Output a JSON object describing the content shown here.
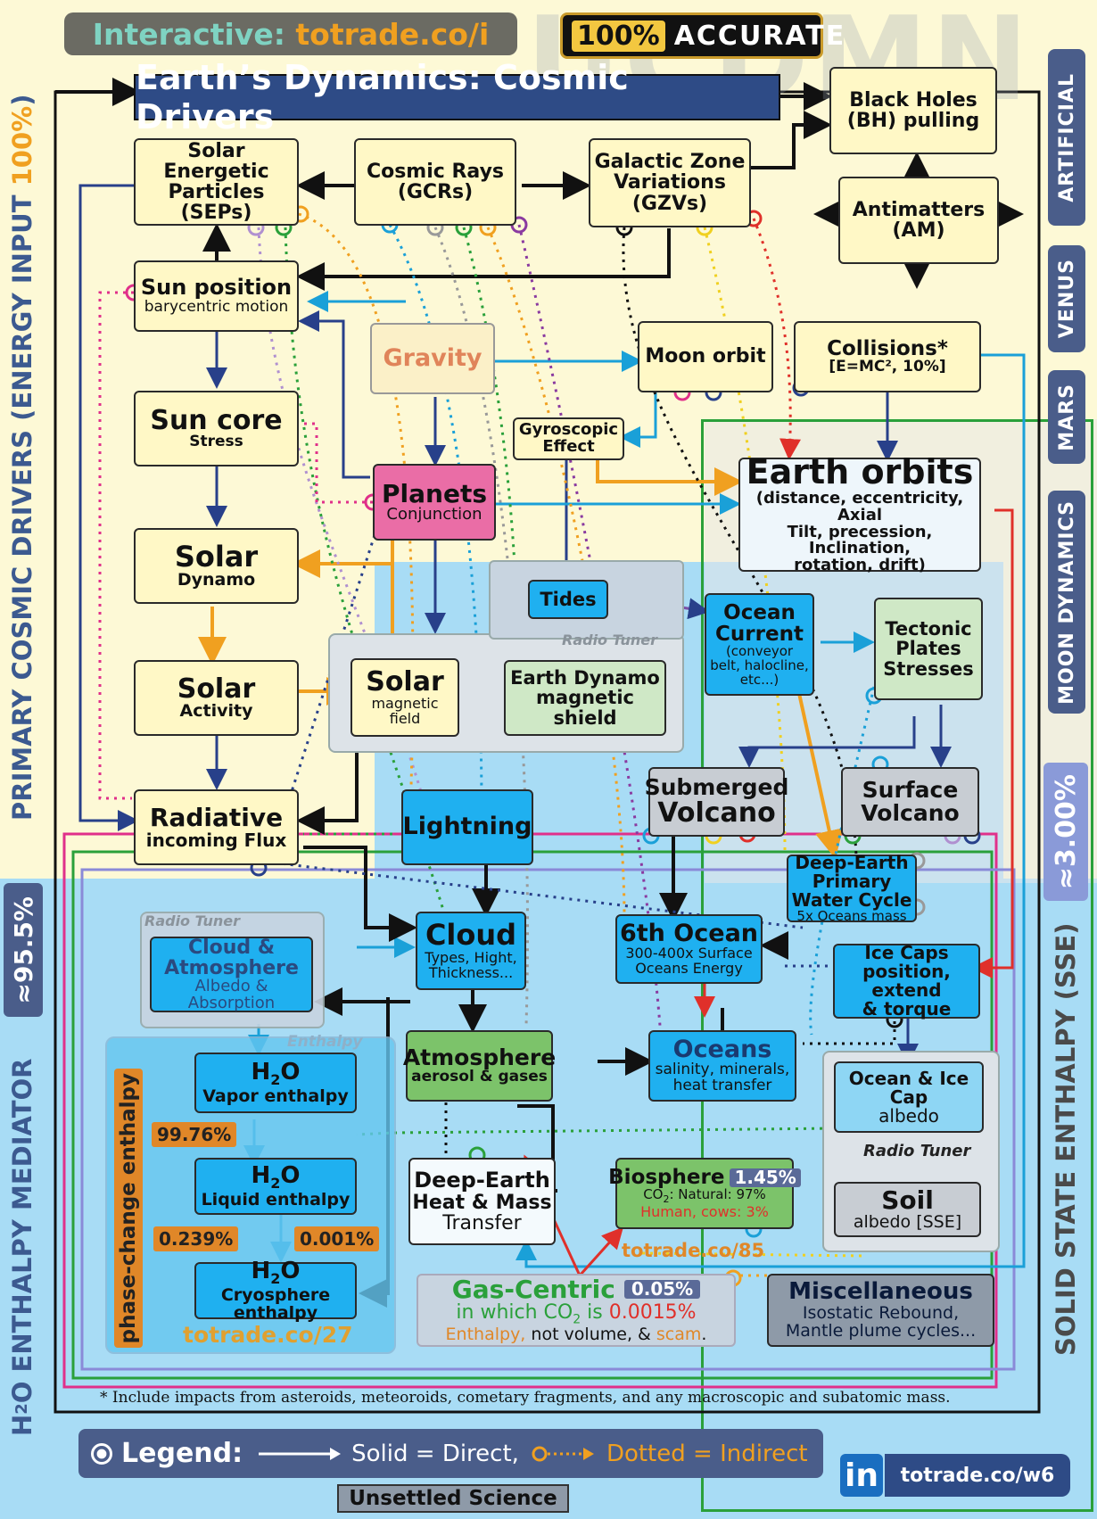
{
  "header": {
    "interactive_prefix": "Interactive: ",
    "interactive_url": "totrade.co/i",
    "badge_pct": "100%",
    "badge_word": "ACCURATE",
    "watermark": "UCDMN"
  },
  "title": "Earth’s Dynamics: Cosmic Drivers",
  "side_labels": {
    "left_top_a": "PRIMARY COSMIC DRIVERS (ENERGY INPUT ",
    "left_top_b": "100%",
    ")": ")",
    "left_bottom_a": "H",
    "left_bottom_sub": "2",
    "left_bottom_b": "O ENTHALPY MEDIATOR",
    "left_pct": "≈95.5%",
    "right_tabs": [
      "ARTIFICIAL",
      "VENUS",
      "MARS",
      "MOON DYNAMICS"
    ],
    "right_pct": "≈3.00%",
    "right_bottom": "SOLID STATE  ENTHALPY (SSE)",
    "phase_change": "phase-change enthalpy"
  },
  "nodes": {
    "seps": {
      "l1": "Solar Energetic",
      "l2": "Particles (SEPs)"
    },
    "gcrs": {
      "l1": "Cosmic Rays",
      "l2": "(GCRs)"
    },
    "gzvs": {
      "l1": "Galactic Zone",
      "l2": "Variations",
      "l3": "(GZVs)"
    },
    "bh": {
      "l1": "Black Holes",
      "l2": "(BH) pulling"
    },
    "am": {
      "l1": "Antimatters",
      "l2": "(AM)"
    },
    "sunpos": {
      "l1": "Sun position",
      "l2": "barycentric motion"
    },
    "gravity": {
      "l1": "Gravity"
    },
    "moon": {
      "l1": "Moon orbit"
    },
    "collisions": {
      "l1": "Collisions*",
      "l2": "[E=MC², 10%]"
    },
    "suncore": {
      "l1": "Sun core",
      "l2": "Stress"
    },
    "gyro": {
      "l1": "Gyroscopic",
      "l2": "Effect"
    },
    "planets": {
      "l1": "Planets",
      "l2": "Conjunction"
    },
    "orbits": {
      "l1": "Earth orbits",
      "l2": "(distance, eccentricity, Axial",
      "l3": "Tilt, precession, Inclination,",
      "l4": "rotation, drift)"
    },
    "dynamo": {
      "l1": "Solar",
      "l2": "Dynamo"
    },
    "tides": {
      "l1": "Tides"
    },
    "current": {
      "l1": "Ocean",
      "l2": "Current",
      "l3": "(conveyor",
      "l4": "belt, halocline,",
      "l5": "etc...)"
    },
    "tectonic": {
      "l1": "Tectonic",
      "l2": "Plates",
      "l3": "Stresses"
    },
    "radio1": {
      "l1": "Radio Tuner"
    },
    "activity": {
      "l1": "Solar",
      "l2": "Activity"
    },
    "solarmag": {
      "l1": "Solar",
      "l2": "magnetic",
      "l3": "field"
    },
    "edynamo": {
      "l1": "Earth Dynamo",
      "l2": "magnetic shield"
    },
    "radiative": {
      "l1": "Radiative",
      "l2": "incoming Flux"
    },
    "lightning": {
      "l1": "Lightning"
    },
    "subvol": {
      "l1": "Submerged",
      "l2": "Volcano"
    },
    "surfvol": {
      "l1": "Surface",
      "l2": "Volcano"
    },
    "deepwater": {
      "l1": "Deep-Earth",
      "l2": "Primary",
      "l3": "Water Cycle",
      "l4": "5x Oceans mass"
    },
    "radio2": {
      "l1": "Radio Tuner"
    },
    "cloudatm": {
      "l1": "Cloud &",
      "l2": "Atmosphere",
      "l3": "Albedo &",
      "l4": "Absorption"
    },
    "cloud": {
      "l1": "Cloud",
      "l2": "Types, Hight,",
      "l3": "Thickness..."
    },
    "ocean6": {
      "l1": "6th Ocean",
      "l2": "300-400x Surface",
      "l3": "Oceans Energy"
    },
    "icecaps": {
      "l1": "Ice Caps",
      "l2": "position, extend",
      "l3": "& torque"
    },
    "enthalpy_lbl": {
      "l1": "Enthalpy"
    },
    "vapor": {
      "l1": "H",
      "l1s": "2",
      "l1b": "O",
      "l2": "Vapor enthalpy"
    },
    "atmos": {
      "l1": "Atmosphere",
      "l2": "aerosol & gases"
    },
    "oceans": {
      "l1": "Oceans",
      "l2": "salinity, minerals,",
      "l3": "heat transfer"
    },
    "oceanice": {
      "l1": "Ocean & Ice Cap",
      "l2": "albedo"
    },
    "radio3": {
      "l1": "Radio Tuner"
    },
    "liquid": {
      "l1": "H",
      "l1s": "2",
      "l1b": "O",
      "l2": "Liquid enthalpy"
    },
    "deepheat": {
      "l1": "Deep-Earth",
      "l2": "Heat & Mass",
      "l3": "Transfer"
    },
    "biosphere": {
      "l1": "Biosphere",
      "badge": "1.45%",
      "l2a": "CO",
      "l2s": "2",
      "l2b": ": Natural: 97%",
      "l3": "Human, cows: 3%"
    },
    "soil": {
      "l1": "Soil",
      "l2": "albedo [SSE]"
    },
    "cryo": {
      "l1": "H",
      "l1s": "2",
      "l1b": "O",
      "l2": "Cryosphere",
      "l3": "enthalpy"
    },
    "gas": {
      "l1": "Gas-Centric",
      "badge": "0.05%",
      "l2a": "in which CO",
      "l2s": "2",
      "l2b": " is ",
      "l2c": "0.0015%",
      "l3a": "Enthalpy,",
      "l3b": " not volume, & ",
      "l3c": "scam",
      "l3d": "."
    },
    "misc": {
      "l1": "Miscellaneous",
      "l2": "Isostatic Rebound,",
      "l3": "Mantle plume cycles..."
    }
  },
  "percent_tags": {
    "p1": "99.76%",
    "p2": "0.239%",
    "p3": "0.001%"
  },
  "links": {
    "t27": "totrade.co/27",
    "t85": "totrade.co/85",
    "tw6": "totrade.co/w6",
    "linkedin": "in"
  },
  "footnote": "* Include impacts from asteroids, meteoroids, cometary fragments, and any macroscopic and subatomic mass.",
  "legend": {
    "title": "Legend:",
    "solid": "Solid = ",
    "solid_val": "Direct,",
    "dotted": "Dotted = ",
    "dotted_val": "Indirect"
  },
  "unsettled": "Unsettled Science",
  "colors": {
    "cream": "#fff8c6",
    "blue": "#1fb0f0",
    "lightblue": "#a8dcf5",
    "green": "#7cc36a",
    "pink": "#ea6da6",
    "navy": "#4a5d8a",
    "orange": "#e08728",
    "teal": "#1aa0c8"
  }
}
